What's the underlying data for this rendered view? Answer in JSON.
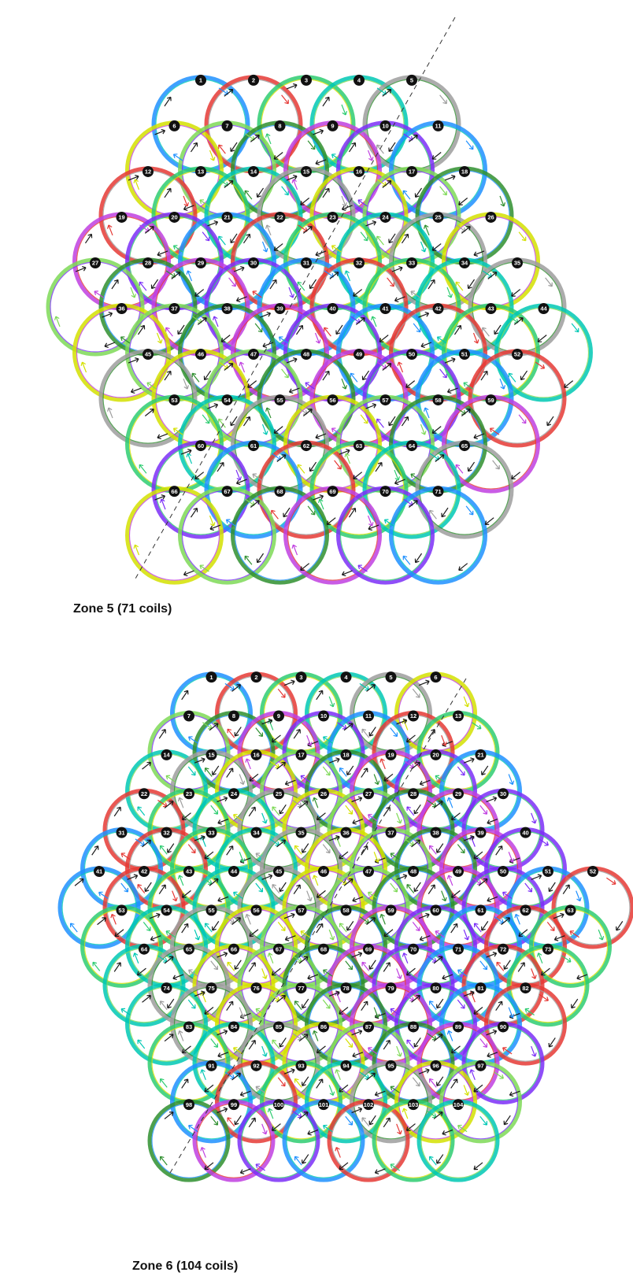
{
  "zones": [
    {
      "id": "zone5",
      "caption": "Zone 5 (71 coils)",
      "coil_count": 71,
      "coil_labels": [
        "1",
        "2",
        "3",
        "4",
        "5",
        "6",
        "7",
        "8",
        "9",
        "10",
        "11",
        "12",
        "13",
        "14",
        "15",
        "16",
        "17",
        "18",
        "19",
        "20",
        "21",
        "22",
        "23",
        "24",
        "25",
        "26",
        "27",
        "28",
        "29",
        "30",
        "31",
        "32",
        "33",
        "34",
        "35",
        "36",
        "37",
        "38",
        "39",
        "40",
        "41",
        "42",
        "43",
        "44",
        "45",
        "46",
        "47",
        "48",
        "49",
        "50",
        "51",
        "52",
        "53",
        "54",
        "55",
        "56",
        "57",
        "58",
        "59",
        "60",
        "61",
        "62",
        "63",
        "64",
        "65",
        "66",
        "67",
        "68",
        "69",
        "70",
        "71"
      ]
    },
    {
      "id": "zone6",
      "caption": "Zone 6 (104 coils)",
      "coil_count": 104,
      "coil_labels": [
        "1",
        "2",
        "3",
        "4",
        "5",
        "6",
        "7",
        "8",
        "9",
        "10",
        "11",
        "12",
        "13",
        "14",
        "15",
        "16",
        "17",
        "18",
        "19",
        "20",
        "21",
        "22",
        "23",
        "24",
        "25",
        "26",
        "27",
        "28",
        "29",
        "30",
        "31",
        "32",
        "33",
        "34",
        "35",
        "36",
        "37",
        "38",
        "39",
        "40",
        "41",
        "42",
        "43",
        "44",
        "45",
        "46",
        "47",
        "48",
        "49",
        "50",
        "51",
        "52",
        "53",
        "54",
        "55",
        "56",
        "57",
        "58",
        "59",
        "60",
        "61",
        "62",
        "63",
        "64",
        "65",
        "66",
        "67",
        "68",
        "69",
        "70",
        "71",
        "72",
        "73",
        "74",
        "75",
        "76",
        "77",
        "78",
        "79",
        "80",
        "81",
        "82",
        "83",
        "84",
        "85",
        "86",
        "87",
        "88",
        "89",
        "90",
        "91",
        "92",
        "93",
        "94",
        "95",
        "96",
        "97",
        "98",
        "99",
        "100",
        "101",
        "102",
        "103",
        "104"
      ]
    }
  ],
  "colors": {
    "ring_colors": [
      "#1e90ff",
      "#e53935",
      "#2ecc71",
      "#00c8b4",
      "#9e9e9e",
      "#d4e000",
      "#7ed957",
      "#2f8f2f",
      "#c040e0",
      "#7b2ff7"
    ],
    "label_fill": "#111111",
    "label_text": "#ffffff",
    "axis_line": "#333333"
  }
}
